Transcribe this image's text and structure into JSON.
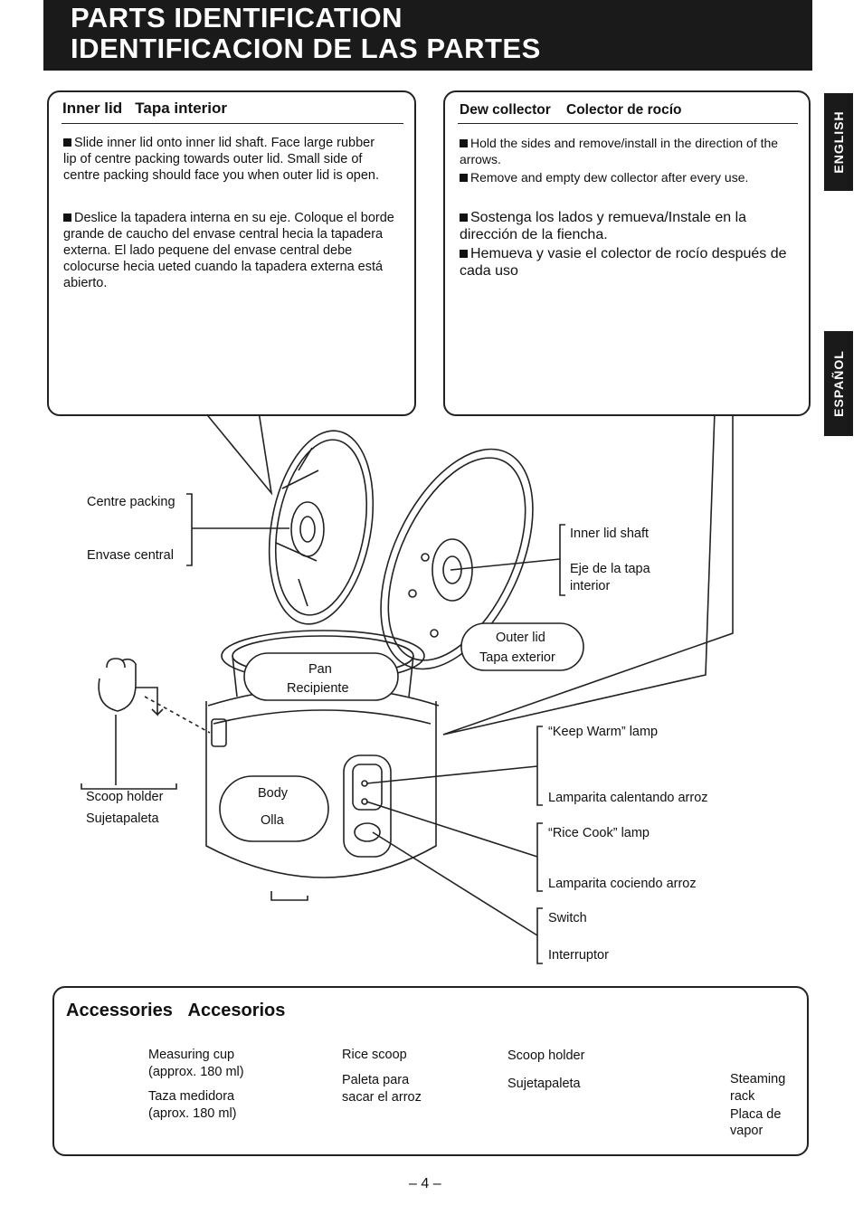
{
  "header": {
    "title_en": "PARTS IDENTIFICATION",
    "title_es": "IDENTIFICACION DE LAS PARTES"
  },
  "side_tabs": {
    "english": "ENGLISH",
    "espanol": "ESPAÑOL"
  },
  "inner_lid": {
    "heading_en": "Inner lid",
    "heading_es": "Tapa interior",
    "text_en": "Slide inner lid onto inner lid shaft. Face large rubber lip of centre packing towards outer lid. Small side of centre packing should face you when outer lid is open.",
    "text_es": "Deslice la tapadera interna en su eje. Coloque el borde grande de caucho del envase central hecia la tapadera externa. El lado pequene del envase central debe colocurse hecia ueted cuando la tapadera externa está abierto."
  },
  "dew_collector": {
    "heading_en": "Dew collector",
    "heading_es": "Colector de rocío",
    "text_en_1": "Hold the sides and remove/install in the direction of the arrows.",
    "text_en_2": "Remove and empty dew collector after every use.",
    "text_es_1": "Sostenga los lados y remueva/Instale en la dirección de la fiencha.",
    "text_es_2": "Hemueva y vasie el colector de rocío después de cada uso"
  },
  "labels": {
    "centre_packing_en": "Centre packing",
    "centre_packing_es": "Envase central",
    "inner_lid_shaft_en": "Inner lid shaft",
    "inner_lid_shaft_es_1": "Eje de la tapa",
    "inner_lid_shaft_es_2": "interior",
    "outer_lid_en": "Outer lid",
    "outer_lid_es": "Tapa exterior",
    "pan_en": "Pan",
    "pan_es": "Recipiente",
    "body_en": "Body",
    "body_es": "Olla",
    "scoop_holder_en": "Scoop holder",
    "scoop_holder_es": "Sujetapaleta",
    "keep_warm_en": "“Keep Warm” lamp",
    "keep_warm_es": "Lamparita calentando arroz",
    "rice_cook_en": "“Rice Cook” lamp",
    "rice_cook_es": "Lamparita cociendo arroz",
    "switch_en": "Switch",
    "switch_es": "Interruptor"
  },
  "accessories": {
    "heading_en": "Accessories",
    "heading_es": "Accesorios",
    "measuring_cup_en_1": "Measuring cup",
    "measuring_cup_en_2": "(approx. 180 ml)",
    "measuring_cup_es_1": "Taza medidora",
    "measuring_cup_es_2": "(aprox. 180 ml)",
    "rice_scoop_en": "Rice scoop",
    "rice_scoop_es_1": "Paleta para",
    "rice_scoop_es_2": "sacar el arroz",
    "scoop_holder_en": "Scoop holder",
    "scoop_holder_es": "Sujetapaleta",
    "steaming_rack_en_1": "Steaming",
    "steaming_rack_en_2": "rack",
    "steaming_rack_es_1": "Placa de",
    "steaming_rack_es_2": "vapor"
  },
  "page_number": "– 4 –"
}
